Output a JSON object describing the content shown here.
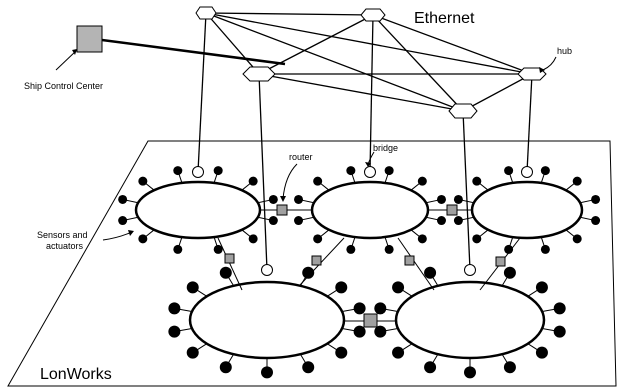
{
  "labels": {
    "ethernet": "Ethernet",
    "ship_control_center": "Ship Control Center",
    "hub": "hub",
    "router": "router",
    "bridge": "bridge",
    "sensors_line1": "Sensors and",
    "sensors_line2": "actuators",
    "lonworks": "LonWorks"
  },
  "colors": {
    "line": "#000000",
    "router_fill": "#a0a0a0",
    "control_center_fill": "#b4b4b4",
    "hub_fill": "#ffffff",
    "node_fill": "#000000"
  },
  "nodes": {
    "hubs": [
      "hub-1",
      "hub-2",
      "hub-3",
      "hub-4",
      "hub-5"
    ],
    "rings": [
      "ring-top-left",
      "ring-top-middle",
      "ring-top-right",
      "ring-bottom-left",
      "ring-bottom-right"
    ],
    "routers": 7,
    "bridges": 5
  }
}
